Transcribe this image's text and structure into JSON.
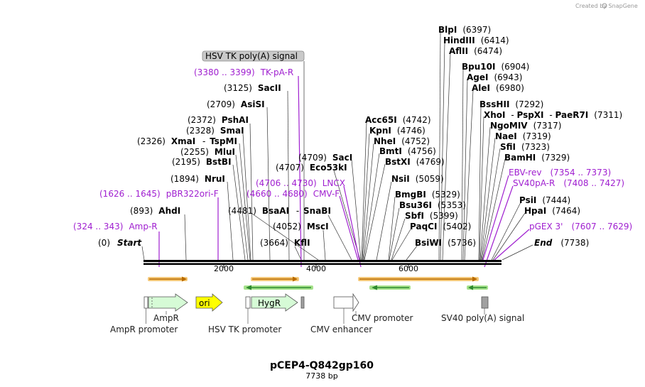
{
  "credit": "Created by SnapGene",
  "plasmid": {
    "name": "pCEP4-Q842gp160",
    "length_label": "7738 bp"
  },
  "axis": {
    "ticks": [
      "2000",
      "4000",
      "6000"
    ]
  },
  "callout": {
    "label": "HSV TK poly(A) signal"
  },
  "sites": [
    {
      "name": "Start",
      "pos": "(0)"
    },
    {
      "name": "Amp-R",
      "pos": "(324 .. 343)"
    },
    {
      "name": "AhdI",
      "pos": "(893)"
    },
    {
      "name": "pBR322ori-F",
      "pos": "(1626 .. 1645)"
    },
    {
      "name": "NruI",
      "pos": "(1894)"
    },
    {
      "name": "BstBI",
      "pos": "(2195)"
    },
    {
      "name": "MluI",
      "pos": "(2255)"
    },
    {
      "name": "XmaI",
      "pos": "(2326)"
    },
    {
      "name": "TspMI",
      "pos": ""
    },
    {
      "name": "SmaI",
      "pos": "(2328)"
    },
    {
      "name": "PshAI",
      "pos": "(2372)"
    },
    {
      "name": "AsiSI",
      "pos": "(2709)"
    },
    {
      "name": "SacII",
      "pos": "(3125)"
    },
    {
      "name": "TK-pA-R",
      "pos": "(3380 .. 3399)"
    },
    {
      "name": "KflI",
      "pos": "(3664)"
    },
    {
      "name": "MscI",
      "pos": "(4052)"
    },
    {
      "name": "BsaAI",
      "pos": "(4481)"
    },
    {
      "name": "SnaBI",
      "pos": ""
    },
    {
      "name": "CMV-F",
      "pos": "(4660 .. 4680)"
    },
    {
      "name": "LNCX",
      "pos": "(4706 .. 4730)"
    },
    {
      "name": "Eco53kI",
      "pos": "(4707)"
    },
    {
      "name": "SacI",
      "pos": "(4709)"
    },
    {
      "name": "Acc65I",
      "pos": "(4742)"
    },
    {
      "name": "KpnI",
      "pos": "(4746)"
    },
    {
      "name": "NheI",
      "pos": "(4752)"
    },
    {
      "name": "BmtI",
      "pos": "(4756)"
    },
    {
      "name": "BstXI",
      "pos": "(4769)"
    },
    {
      "name": "NsiI",
      "pos": "(5059)"
    },
    {
      "name": "BmgBI",
      "pos": "(5329)"
    },
    {
      "name": "Bsu36I",
      "pos": "(5353)"
    },
    {
      "name": "SbfI",
      "pos": "(5399)"
    },
    {
      "name": "PaqCI",
      "pos": "(5402)"
    },
    {
      "name": "BsiWI",
      "pos": "(5736)"
    },
    {
      "name": "BlpI",
      "pos": "(6397)"
    },
    {
      "name": "HindIII",
      "pos": "(6414)"
    },
    {
      "name": "AflII",
      "pos": "(6474)"
    },
    {
      "name": "Bpu10I",
      "pos": "(6904)"
    },
    {
      "name": "AgeI",
      "pos": "(6943)"
    },
    {
      "name": "AleI",
      "pos": "(6980)"
    },
    {
      "name": "BssHII",
      "pos": "(7292)"
    },
    {
      "name": "XhoI",
      "pos": ""
    },
    {
      "name": "PspXI",
      "pos": ""
    },
    {
      "name": "PaeR7I",
      "pos": "(7311)"
    },
    {
      "name": "NgoMIV",
      "pos": "(7317)"
    },
    {
      "name": "NaeI",
      "pos": "(7319)"
    },
    {
      "name": "SfiI",
      "pos": "(7323)"
    },
    {
      "name": "BamHI",
      "pos": "(7329)"
    },
    {
      "name": "EBV-rev",
      "pos": "(7354 .. 7373)"
    },
    {
      "name": "SV40pA-R",
      "pos": "(7408 .. 7427)"
    },
    {
      "name": "PsiI",
      "pos": "(7444)"
    },
    {
      "name": "HpaI",
      "pos": "(7464)"
    },
    {
      "name": "pGEX 3'",
      "pos": "(7607 .. 7629)"
    },
    {
      "name": "End",
      "pos": "(7738)"
    }
  ],
  "features": [
    {
      "name": "AmpR"
    },
    {
      "name": "ori"
    },
    {
      "name": "HygR"
    },
    {
      "name": "AmpR promoter"
    },
    {
      "name": "HSV TK promoter"
    },
    {
      "name": "CMV enhancer"
    },
    {
      "name": "CMV promoter"
    },
    {
      "name": "SV40 poly(A) signal"
    }
  ],
  "colors": {
    "primer": "#a020d0",
    "orange_arrow": "#b86a00",
    "orange_glow": "#f5c97a",
    "green_arrow": "#2f8a2f",
    "green_glow": "#a6e28c",
    "gene_fill": "#d6fbd6",
    "ori_fill": "#ffff00",
    "signal_fill": "#a0a0a0",
    "callout_fill": "#c9c9c9"
  }
}
